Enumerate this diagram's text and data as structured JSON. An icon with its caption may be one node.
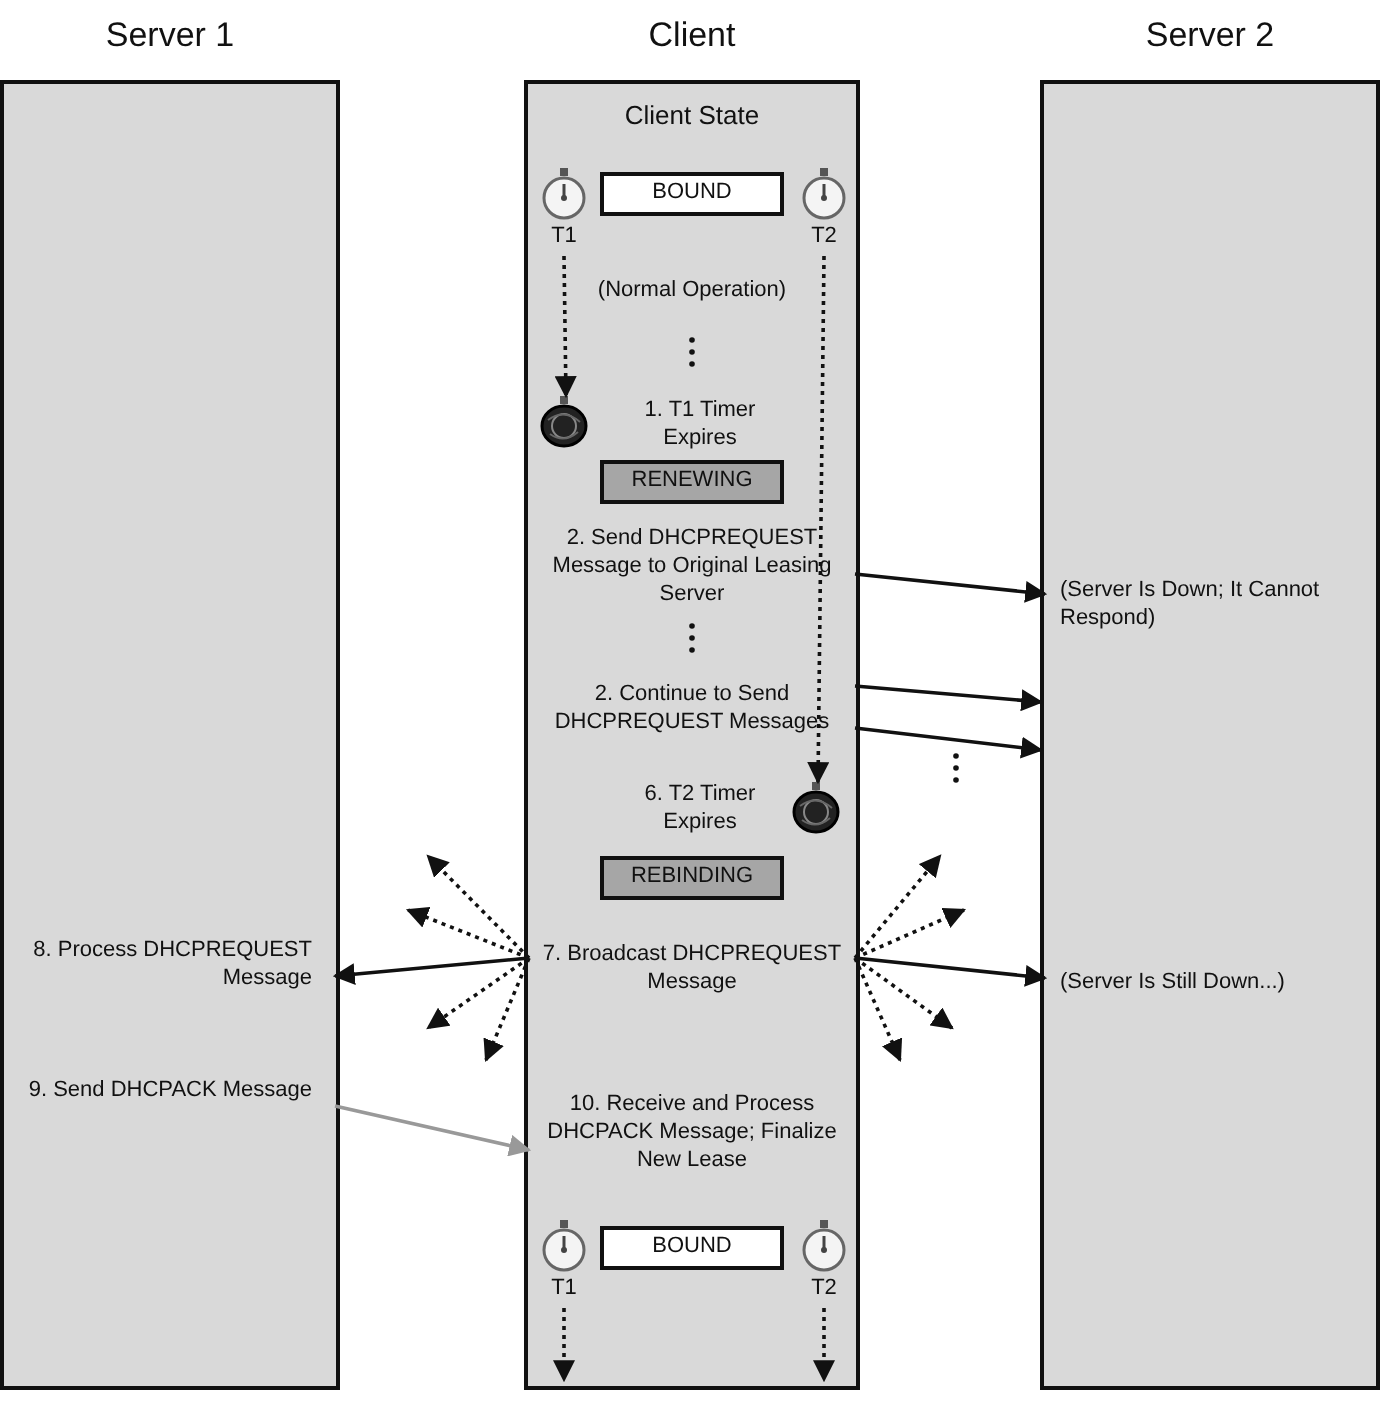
{
  "diagram": {
    "nodes": [
      {
        "text": [
          "Server 1"
        ]
      },
      {
        "text": [
          "Client",
          "Client State"
        ]
      },
      {
        "text": [
          "Server 2"
        ]
      },
      {
        "text": [
          "BOUND"
        ],
        "in": 1
      },
      {
        "text": [
          "RENEWING"
        ],
        "in": 1
      },
      {
        "text": [
          "REBINDING"
        ],
        "in": 1
      },
      {
        "text": [
          "BOUND"
        ],
        "in": 1
      },
      {
        "text": [
          "2. Send DHCPREQUEST Message to Original Leasing Server"
        ],
        "in": 1
      },
      {
        "text": [
          "2. Continue to Send DHCPREQUEST Messages"
        ],
        "in": 1
      },
      {
        "text": [
          "7. Broadcast DHCPREQUEST Message"
        ],
        "in": 1
      },
      {
        "text": [
          "10. Receive and Process DHCPACK Message; Finalize New Lease"
        ],
        "in": 1
      },
      {
        "text": [
          "(Server Is Down; It Cannot Respond)"
        ],
        "in": 2
      },
      {
        "text": [
          "(Server Is Still Down...)"
        ],
        "in": 2
      },
      {
        "text": [
          "8. Process DHCPREQUEST Message"
        ],
        "in": 0
      },
      {
        "text": [
          "9. Send DHCPACK Message"
        ],
        "in": 0
      },
      {
        "text": [
          "T1"
        ],
        "in": 1
      },
      {
        "text": [
          "T2"
        ],
        "in": 1
      },
      {
        "text": [],
        "shape": "stopwatch",
        "in": 1
      },
      {
        "text": [],
        "shape": "stopwatch",
        "in": 1
      },
      {
        "text": [
          "T1"
        ],
        "in": 1
      },
      {
        "text": [
          "T2"
        ],
        "in": 1
      }
    ],
    "edges": [
      {
        "from": 15,
        "to": 17,
        "arrow": "to",
        "style": "dashed"
      },
      {
        "from": 16,
        "to": 18,
        "arrow": "to",
        "style": "dashed"
      },
      {
        "from": 7,
        "to": 11,
        "arrow": "to"
      },
      {
        "from": 8,
        "to": 2,
        "arrow": "to"
      },
      {
        "from": 8,
        "to": 2,
        "arrow": "to"
      },
      {
        "from": 9,
        "to": 13,
        "arrow": "to"
      },
      {
        "from": 9,
        "to": null,
        "arrow": "to",
        "style": "dashed"
      },
      {
        "from": 9,
        "to": null,
        "arrow": "to",
        "style": "dashed"
      },
      {
        "from": 9,
        "to": null,
        "arrow": "to",
        "style": "dashed"
      },
      {
        "from": 9,
        "to": null,
        "arrow": "to",
        "style": "dashed"
      },
      {
        "from": 9,
        "to": 12,
        "arrow": "to"
      },
      {
        "from": 9,
        "to": null,
        "arrow": "to",
        "style": "dashed"
      },
      {
        "from": 9,
        "to": null,
        "arrow": "to",
        "style": "dashed"
      },
      {
        "from": 9,
        "to": null,
        "arrow": "to",
        "style": "dashed"
      },
      {
        "from": 9,
        "to": null,
        "arrow": "to",
        "style": "dashed"
      },
      {
        "from": 14,
        "to": 10,
        "arrow": "to",
        "color": "#999999"
      },
      {
        "from": 19,
        "to": null,
        "arrow": "to",
        "style": "dashed"
      },
      {
        "from": 20,
        "to": null,
        "arrow": "to",
        "style": "dashed"
      }
    ],
    "labels": [
      "(Normal Operation)",
      "1. T1 Timer Expires",
      "6. T2 Timer Expires"
    ]
  }
}
